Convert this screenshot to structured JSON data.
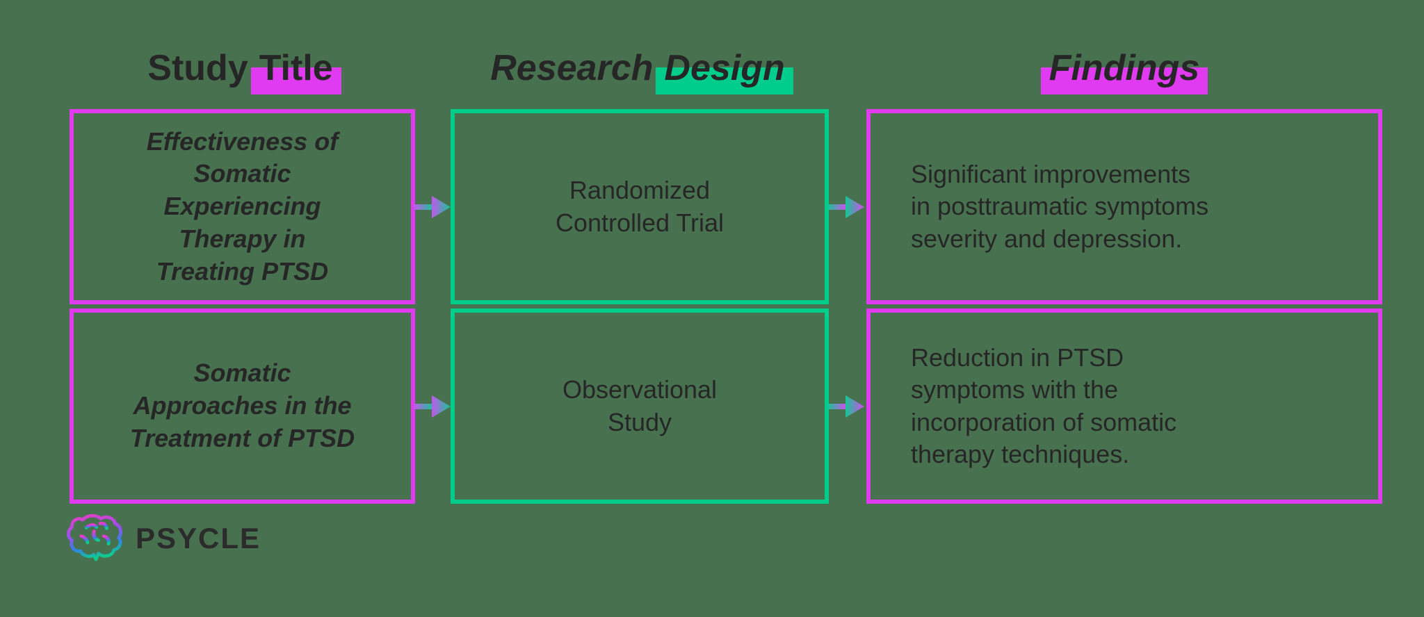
{
  "page": {
    "background_color": "#487150",
    "type": "study-comparison-infographic"
  },
  "colors": {
    "magenta_accent": "#e03bf0",
    "green_accent": "#00cd8a",
    "text_dark": "#262626",
    "arrow_purple": "#c257ee",
    "arrow_teal": "#13c793"
  },
  "headers": {
    "col1": {
      "pre": "Study",
      "mark": "Title"
    },
    "col2": {
      "pre": "Research",
      "mark": "Design"
    },
    "col3": {
      "pre": "",
      "mark": "Findings"
    }
  },
  "rows": [
    {
      "study_title": "Effectiveness of\nSomatic\nExperiencing\nTherapy in\nTreating PTSD",
      "research_design": "Randomized\nControlled Trial",
      "findings": "Significant improvements\nin posttraumatic symptoms\nseverity and depression."
    },
    {
      "study_title": "Somatic\nApproaches in the\nTreatment of PTSD",
      "research_design": "Observational\nStudy",
      "findings": "Reduction in PTSD\nsymptoms with the\nincorporation of somatic\ntherapy techniques."
    }
  ],
  "arrows": {
    "left_gradient": "purple-to-teal",
    "right_gradient": "teal-to-magenta"
  },
  "logo": {
    "brand": "PSYCLE",
    "icon": "gradient-brain-icon"
  }
}
